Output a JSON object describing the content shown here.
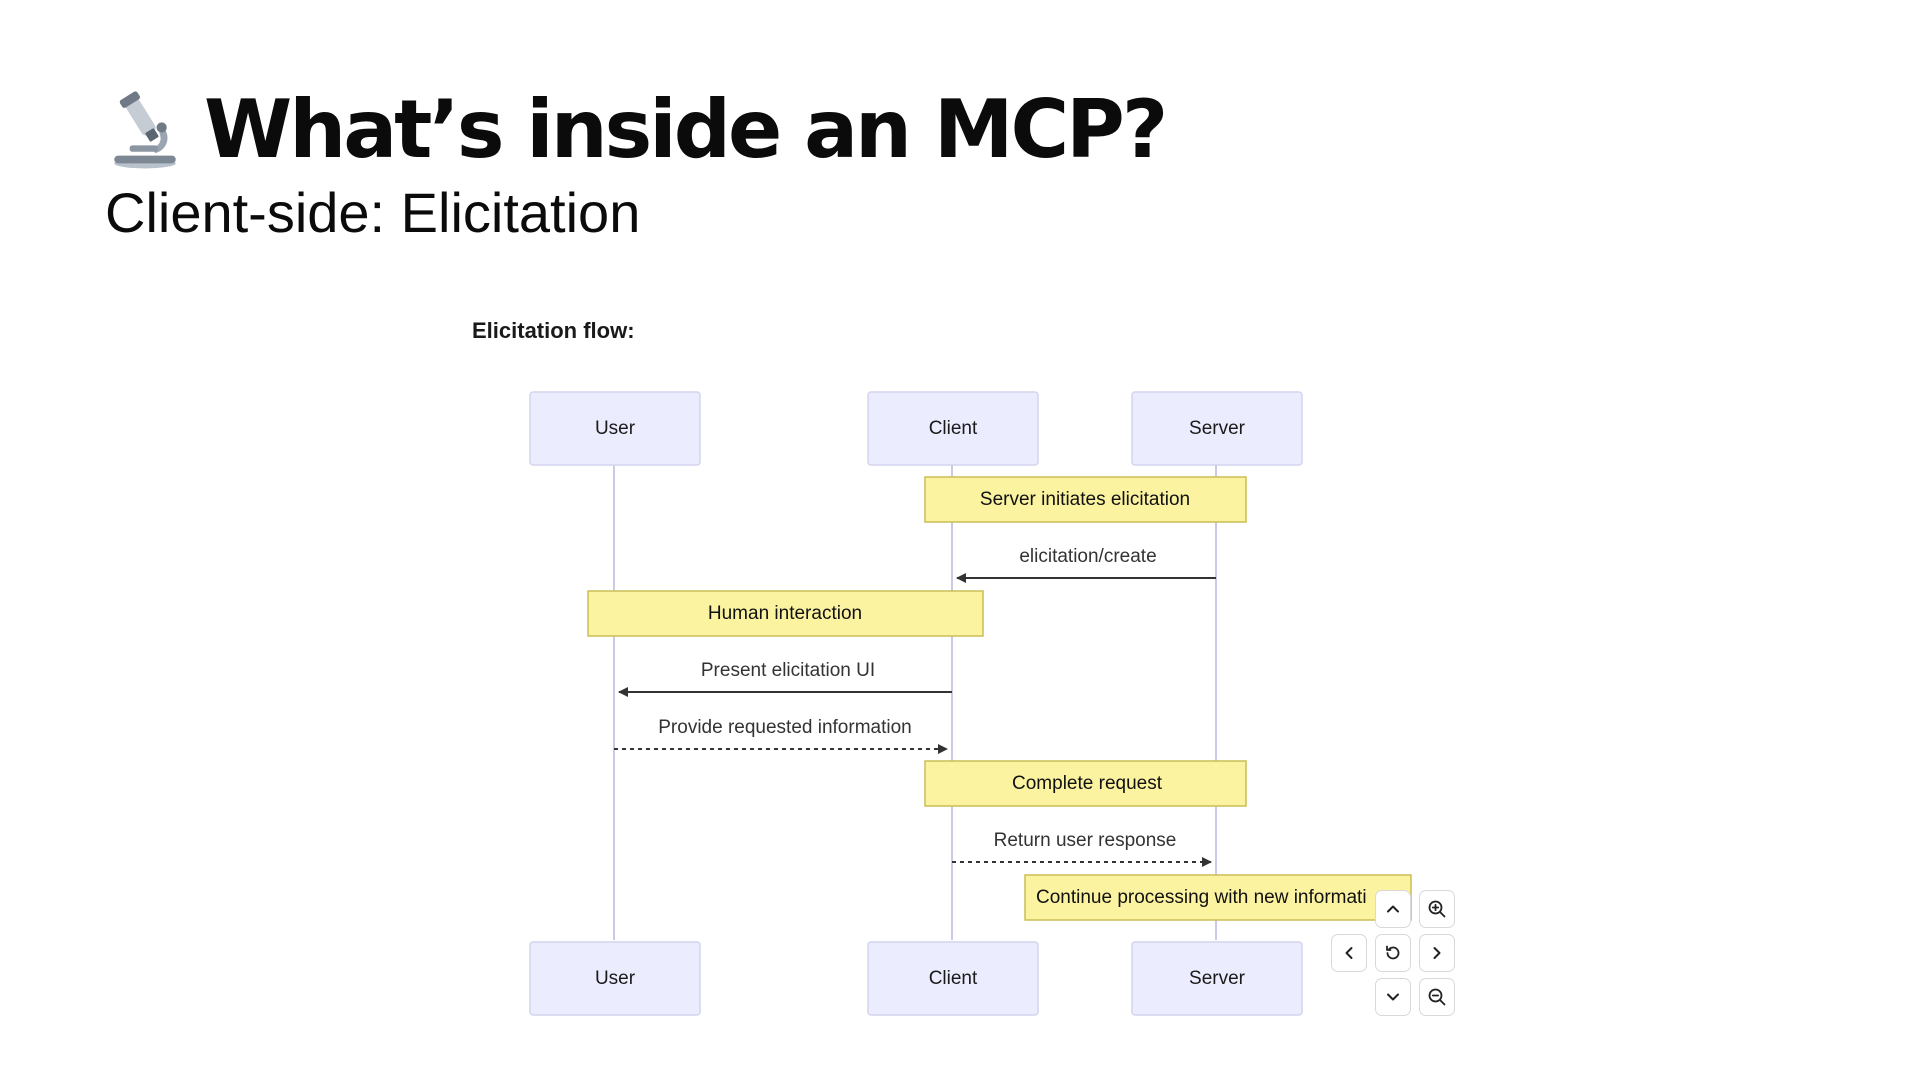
{
  "header": {
    "title": "What’s inside an MCP?",
    "title_icon": "microscope-icon",
    "subtitle": "Client-side: Elicitation"
  },
  "diagram": {
    "heading": "Elicitation flow:",
    "participants": [
      "User",
      "Client",
      "Server"
    ],
    "notes": [
      "Server initiates elicitation",
      "Human interaction",
      "Complete request",
      "Continue processing with new informati"
    ],
    "messages": [
      {
        "label": "elicitation/create",
        "from": "Server",
        "to": "Client",
        "style": "solid"
      },
      {
        "label": "Present elicitation UI",
        "from": "Client",
        "to": "User",
        "style": "solid"
      },
      {
        "label": "Provide requested information",
        "from": "User",
        "to": "Client",
        "style": "dashed"
      },
      {
        "label": "Return user response",
        "from": "Client",
        "to": "Server",
        "style": "dashed"
      }
    ],
    "colors": {
      "participant_fill": "#ececff",
      "note_fill": "#fbf3a0",
      "lifeline": "#c9c9ea"
    }
  },
  "controls": {
    "pan_up": "chevron-up-icon",
    "pan_down": "chevron-down-icon",
    "pan_left": "chevron-left-icon",
    "pan_right": "chevron-right-icon",
    "reset": "reset-icon",
    "zoom_in": "zoom-in-icon",
    "zoom_out": "zoom-out-icon"
  }
}
